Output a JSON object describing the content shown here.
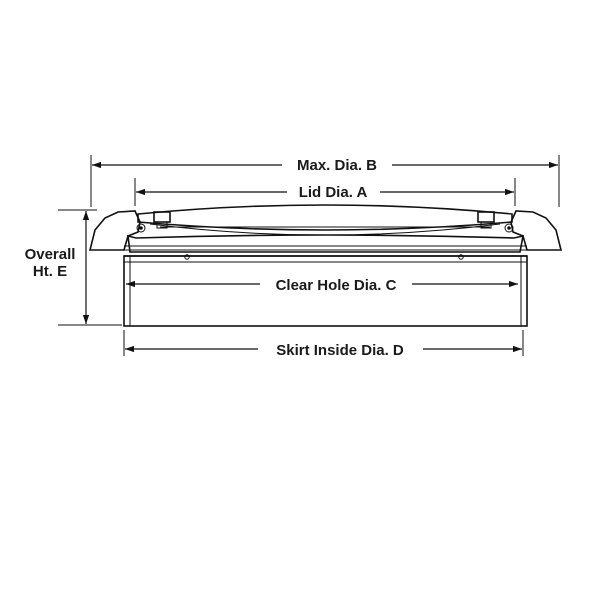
{
  "labels": {
    "max_dia": "Max. Dia. B",
    "lid_dia": "Lid Dia. A",
    "clear_hole": "Clear Hole Dia. C",
    "skirt_dia": "Skirt Inside Dia. D",
    "overall_line1": "Overall",
    "overall_line2": "Ht. E"
  }
}
